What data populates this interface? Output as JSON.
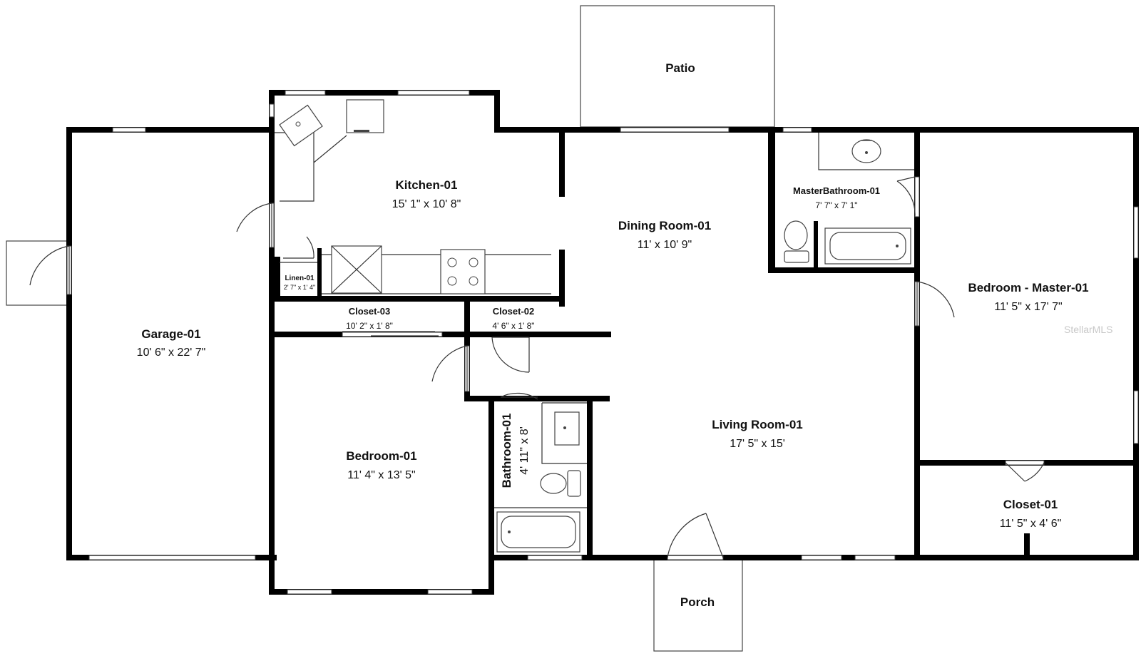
{
  "rooms": {
    "garage": {
      "name": "Garage-01",
      "dims": "10' 6\" x 22' 7\""
    },
    "kitchen": {
      "name": "Kitchen-01",
      "dims": "15' 1\" x 10' 8\""
    },
    "linen": {
      "name": "Linen-01",
      "dims": "2' 7\" x 1' 4\""
    },
    "closet3": {
      "name": "Closet-03",
      "dims": "10' 2\" x 1' 8\""
    },
    "closet2": {
      "name": "Closet-02",
      "dims": "4' 6\" x 1' 8\""
    },
    "dining": {
      "name": "Dining Room-01",
      "dims": "11' x 10' 9\""
    },
    "master_bath": {
      "name": "MasterBathroom-01",
      "dims": "7' 7\" x 7' 1\""
    },
    "master_bed": {
      "name": "Bedroom - Master-01",
      "dims": "11' 5\" x 17' 7\""
    },
    "living": {
      "name": "Living Room-01",
      "dims": "17' 5\" x 15'"
    },
    "bedroom": {
      "name": "Bedroom-01",
      "dims": "11' 4\" x 13' 5\""
    },
    "bathroom": {
      "name": "Bathroom-01",
      "dims": "4' 11\" x 8'"
    },
    "closet1": {
      "name": "Closet-01",
      "dims": "11' 5\" x 4' 6\""
    }
  },
  "outdoor": {
    "patio": "Patio",
    "porch": "Porch"
  },
  "watermark": "StellarMLS",
  "colors": {
    "wall": "#000000",
    "background": "#ffffff",
    "watermark": "#c8c8c8"
  },
  "icons": [
    "sink-icon",
    "toilet-icon",
    "bathtub-icon",
    "stove-icon",
    "refrigerator-icon",
    "door-swing-icon",
    "window-icon"
  ]
}
